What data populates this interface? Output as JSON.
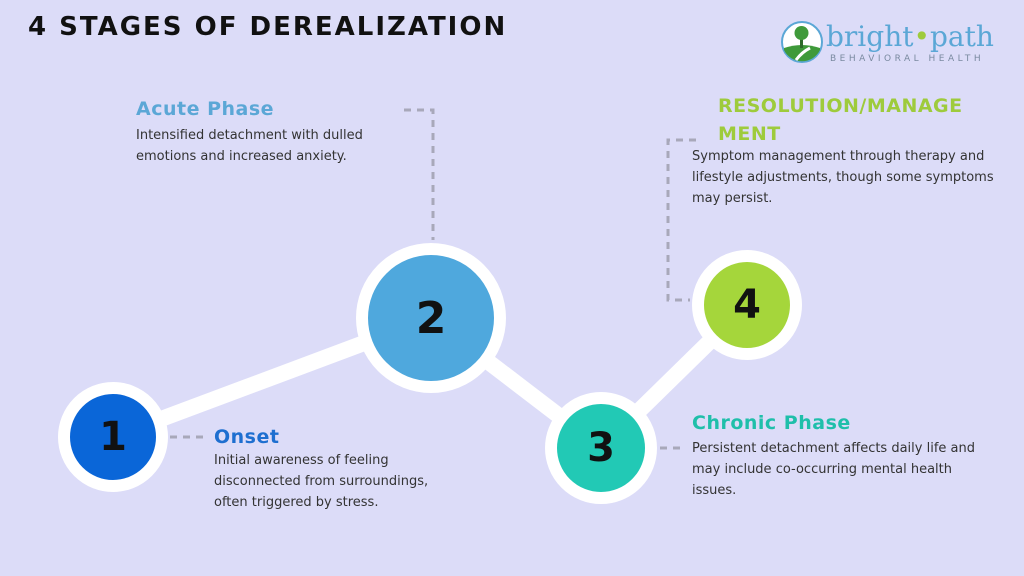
{
  "title": "4 STAGES OF DEREALIZATION",
  "logo": {
    "word_left": "bright",
    "word_dot": "•",
    "word_right": "path",
    "subtitle": "BEHAVIORAL HEALTH",
    "colors": {
      "word": "#5ba7d6",
      "dot": "#9ecb3c",
      "tree": "#3f9a3a"
    }
  },
  "stages": [
    {
      "number": "1",
      "title": "Onset",
      "description": "Initial awareness of feeling disconnected from surroundings, often triggered by stress.",
      "color": "#0a66d8"
    },
    {
      "number": "2",
      "title": "Acute Phase",
      "description": "Intensified detachment with dulled emotions and increased anxiety.",
      "color": "#4fa8dd"
    },
    {
      "number": "3",
      "title": "Chronic Phase",
      "description": "Persistent detachment affects daily life and may include co-occurring mental health issues.",
      "color": "#22c9b5"
    },
    {
      "number": "4",
      "title": "RESOLUTION/MANAGEMENT",
      "description": "Symptom management through therapy and lifestyle adjustments, though some symptoms may persist.",
      "color": "#a5d63b"
    }
  ],
  "background_color": "#dcdcf8"
}
